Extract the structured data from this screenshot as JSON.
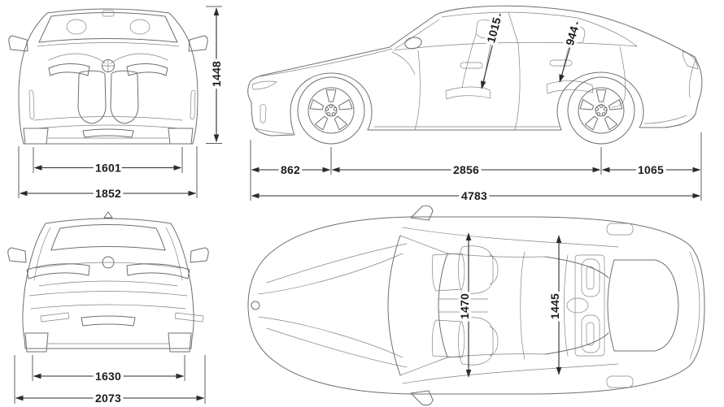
{
  "style": {
    "background": "#ffffff",
    "car_line_color": "#6f6f6f",
    "dim_line_color": "#2b2b2b",
    "text_color": "#1c1c1c"
  },
  "views": {
    "front": {
      "height": "1448",
      "track": "1601",
      "width": "1852"
    },
    "side": {
      "front_headroom": "1015",
      "rear_headroom": "944",
      "front_overhang": "862",
      "wheelbase": "2856",
      "rear_overhang": "1065",
      "length": "4783"
    },
    "rear": {
      "track": "1630",
      "width": "2073"
    },
    "top": {
      "front_interior_width": "1470",
      "rear_interior_width": "1445"
    }
  }
}
